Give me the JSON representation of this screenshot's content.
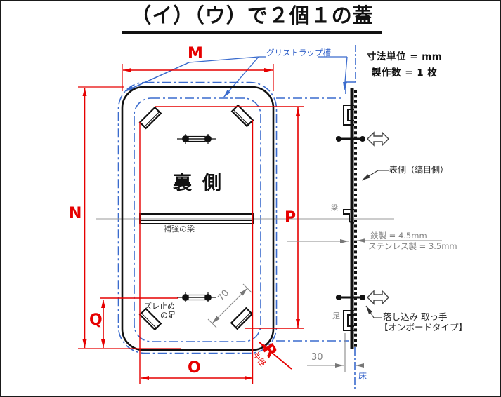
{
  "colors": {
    "dimension_red": "#e60000",
    "tank_blue": "#3a6bcd",
    "line_black": "#111111",
    "centerline_grey": "#888888",
    "note_grey": "#7d7d7d"
  },
  "header": {
    "title": "（イ）（ウ）で２個１の蓋",
    "notes": {
      "unit": "寸法単位 = mm",
      "quantity": "製作数 = 1 枚"
    }
  },
  "plan_view": {
    "tank_callout": "グリストラップ槽",
    "back_side_label": "裏側",
    "beam_label": "補強の梁",
    "feet_label": {
      "line1": "ズレ止め",
      "line2": "の足"
    },
    "dimensions": {
      "top": "M",
      "left": "N",
      "right": "P",
      "bottom_left": "Q",
      "bottom": "O",
      "corner_radius_letter": "R",
      "corner_radius_word": "半径",
      "foot_length": "70"
    }
  },
  "side_view": {
    "surface_label": "表側（縞目側）",
    "beam_label": "梁",
    "foot_label": "足",
    "thickness": {
      "steel": "鉄製 = 4.5mm",
      "stainless": "ステンレス製 = 3.5mm"
    },
    "handle_label": {
      "line1": "落し込み 取っ手",
      "line2": "【オンボードタイプ】"
    },
    "foot_offset": "30",
    "floor_label": "床"
  }
}
